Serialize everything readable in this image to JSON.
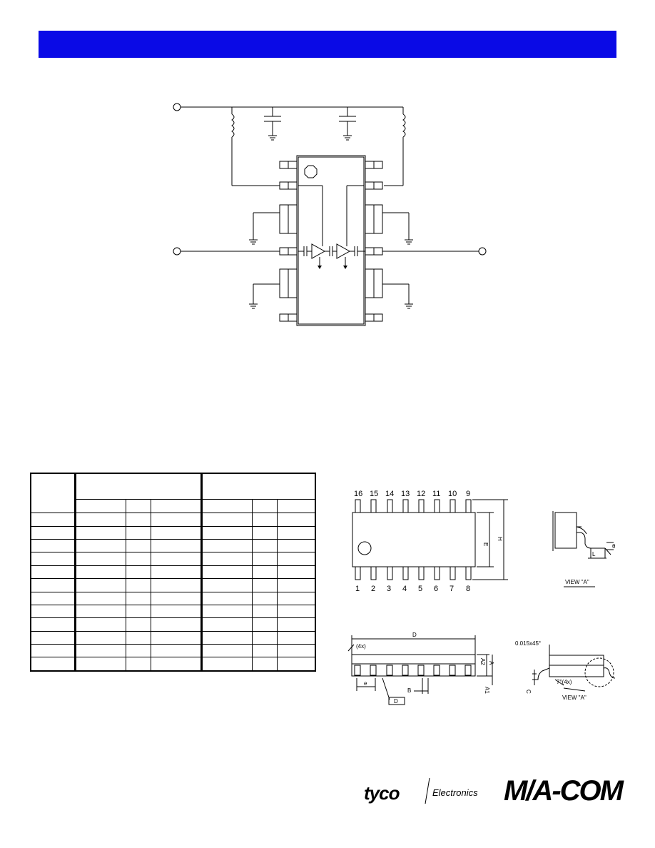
{
  "logos": {
    "tyco": "tyco",
    "electronics": "Electronics",
    "macom": "M/A-COM"
  },
  "package_drawing": {
    "top_pins": [
      "16",
      "15",
      "14",
      "13",
      "12",
      "11",
      "10",
      "9"
    ],
    "bottom_pins": [
      "1",
      "2",
      "3",
      "4",
      "5",
      "6",
      "7",
      "8"
    ],
    "dim_E": "E",
    "dim_H": "H",
    "dim_D": "D",
    "dim_A": "A",
    "dim_A1": "A1",
    "dim_A2": "A2",
    "dim_B": "B",
    "dim_e": "e",
    "dim_L": "L",
    "dim_C": "C",
    "dim_theta": "θ",
    "view_a": "VIEW \"A\"",
    "view_a_ref": "VIEW \"A\"",
    "chamfer": "0.015x45°",
    "angle_4x": "(4x)",
    "angle_7deg": "7°(4x)",
    "coplanarity": "D"
  }
}
